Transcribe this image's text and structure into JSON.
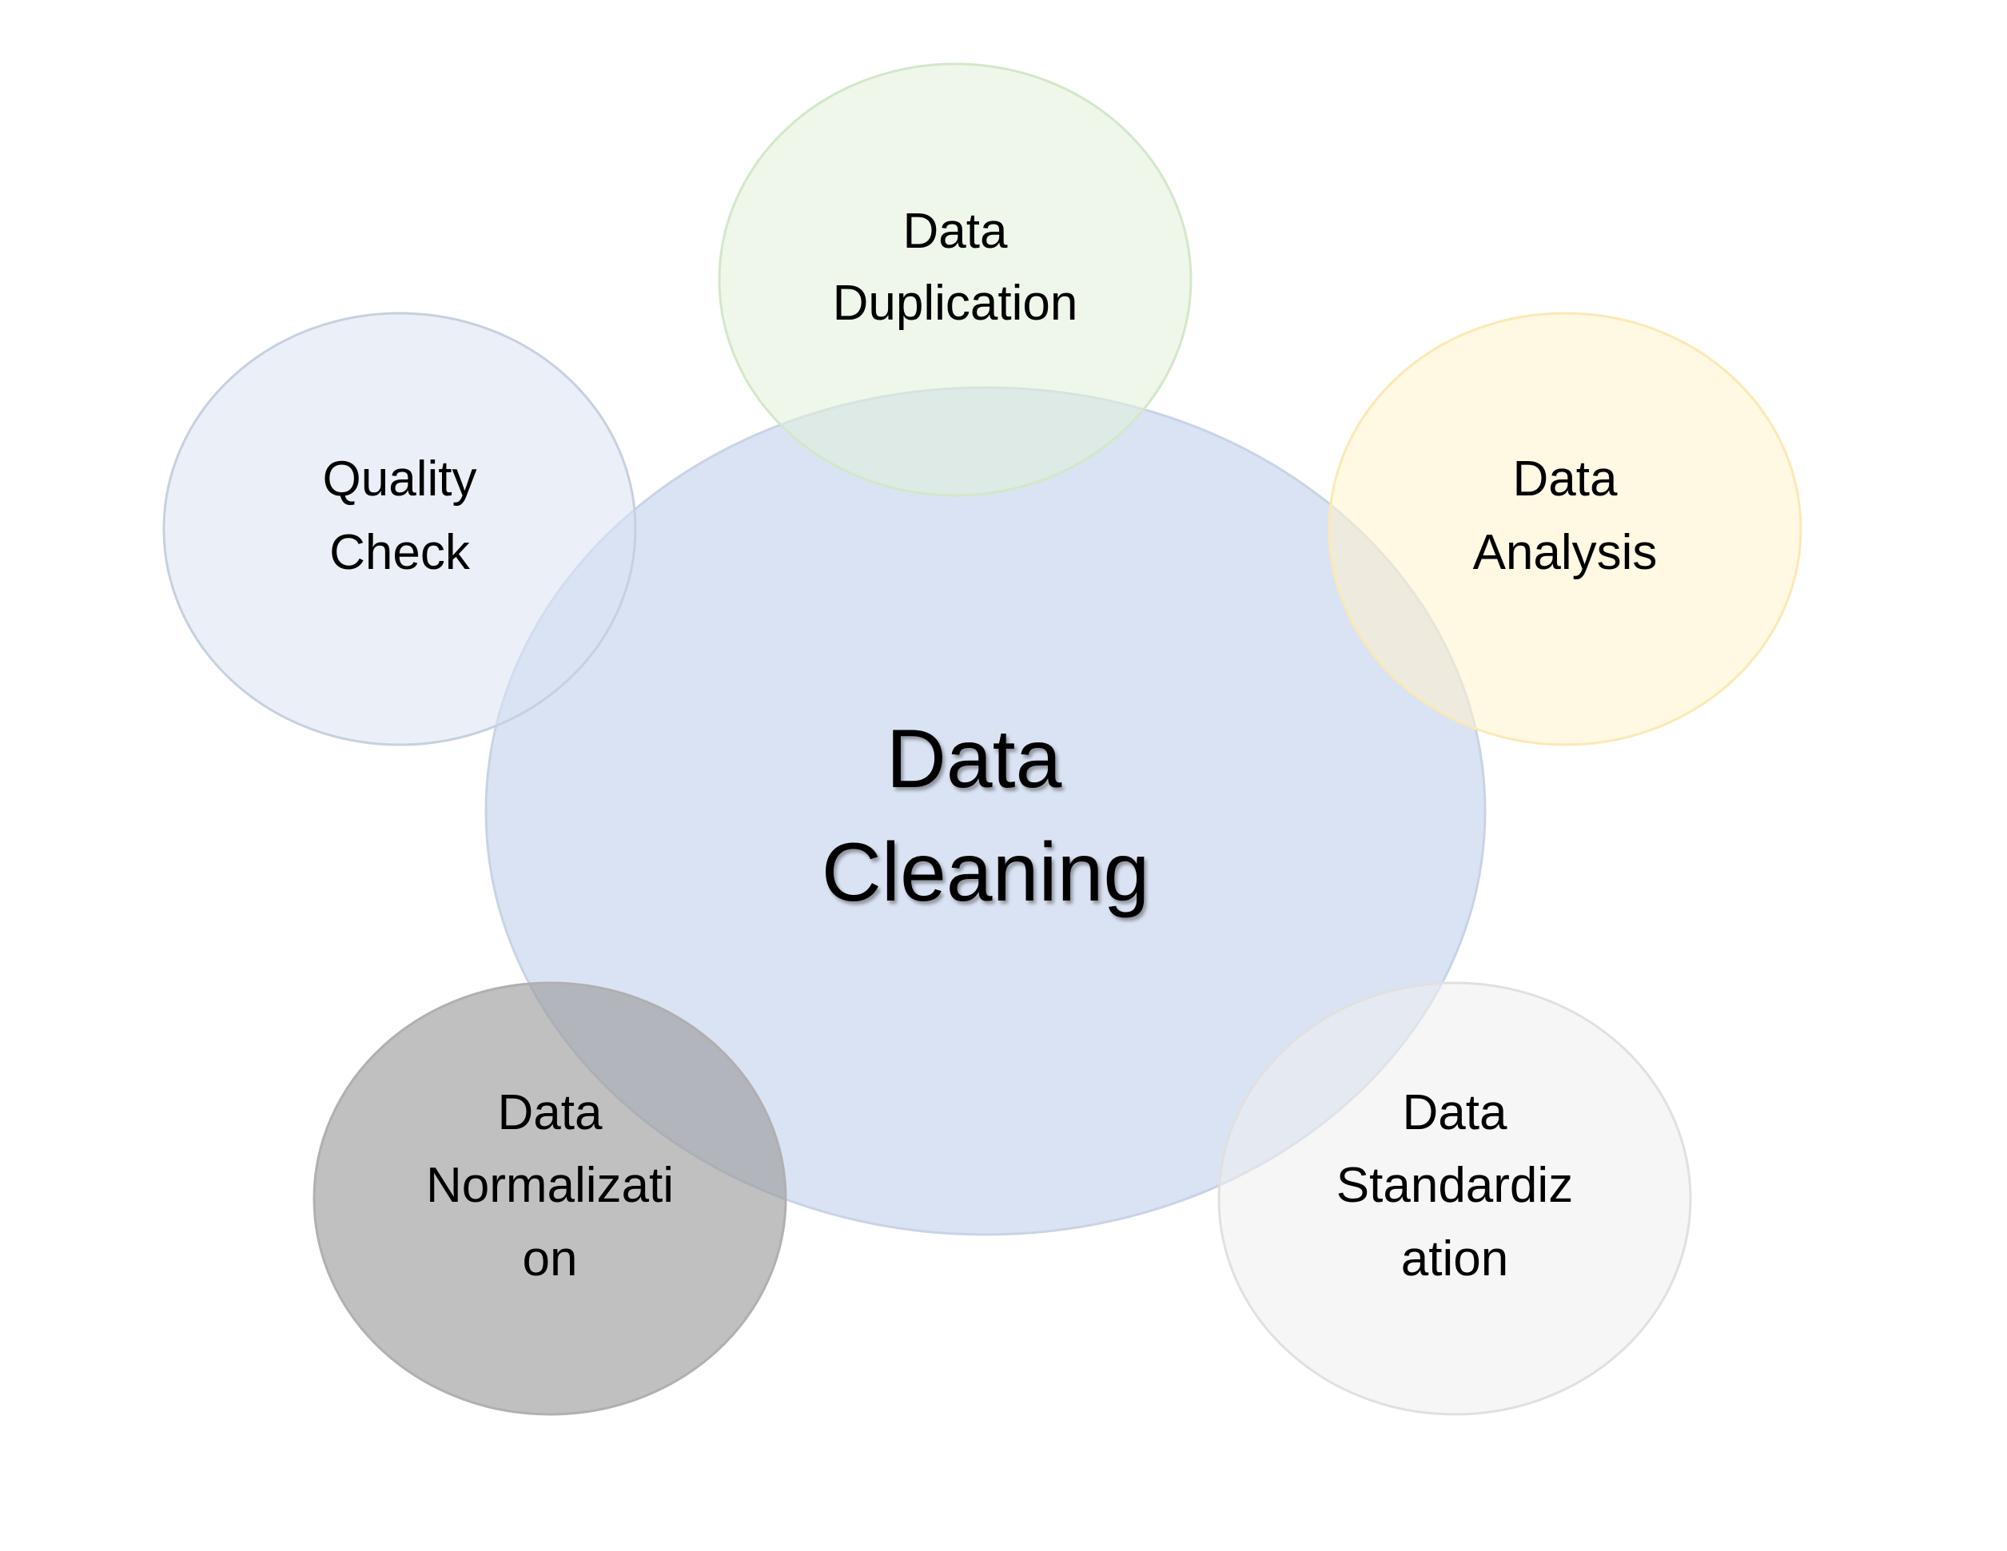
{
  "center": {
    "lines": [
      "Data",
      "Cleaning"
    ],
    "fill": "#dae3f3",
    "stroke": "#c9d3e6"
  },
  "satellites": [
    {
      "id": "data-duplication",
      "lines": [
        "Data",
        "Duplication"
      ],
      "fill": "#e2f0d9",
      "stroke": "#d3e7c9"
    },
    {
      "id": "data-analysis",
      "lines": [
        "Data",
        "Analysis"
      ],
      "fill": "#fff2cc",
      "stroke": "#fbe9b4"
    },
    {
      "id": "data-standardization",
      "lines": [
        "Data",
        "Standardiz",
        "ation"
      ],
      "fill": "#eeeeee",
      "stroke": "#e0e0e0"
    },
    {
      "id": "data-normalization",
      "lines": [
        "Data",
        "Normalizati",
        "on"
      ],
      "fill": "#9a9a9a",
      "stroke": "#b0b0b0"
    },
    {
      "id": "quality-check",
      "lines": [
        "Quality",
        "Check"
      ],
      "fill": "#dae3f3",
      "stroke": "#c7d0df"
    }
  ]
}
